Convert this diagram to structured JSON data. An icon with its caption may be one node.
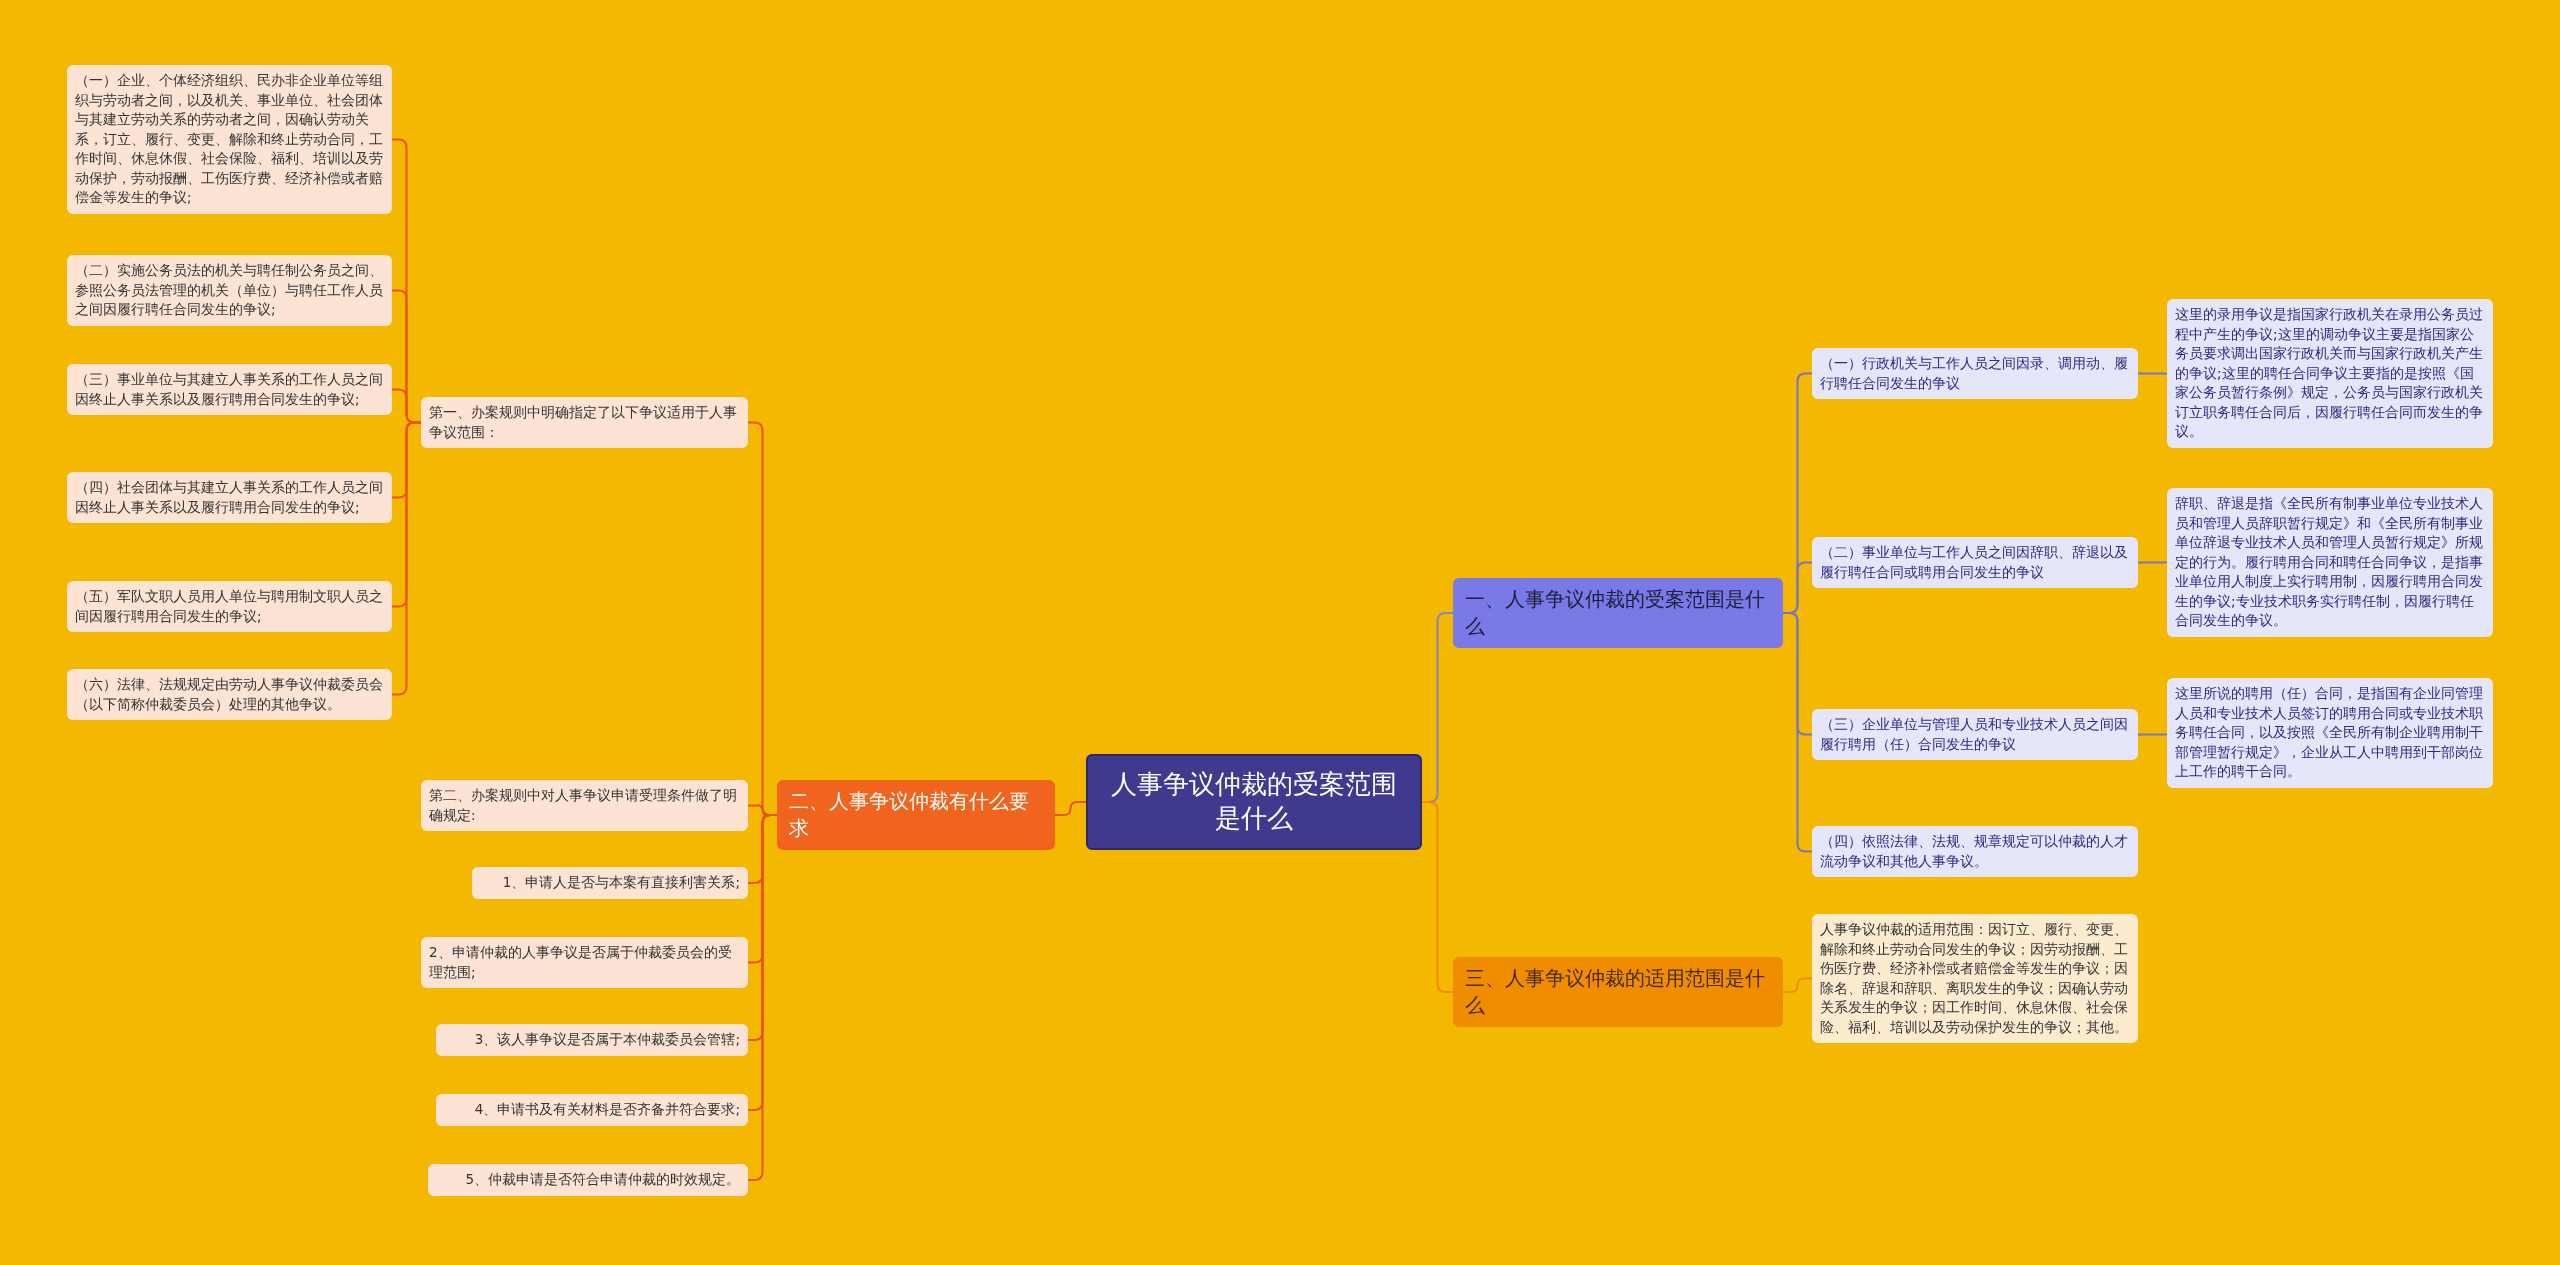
{
  "diagram": {
    "nodes": [
      {
        "text": [
          "人事争议仲裁的受案范围是什么"
        ]
      },
      {
        "text": [
          "一、人事争议仲裁的受案范围是什么"
        ]
      },
      {
        "text": [
          "（一）行政机关与工作人员之间因录、调用动、履行聘任合同发生的争议"
        ]
      },
      {
        "text": [
          "这里的录用争议是指国家行政机关在录用公务员过程中产生的争议;这里的调动争议主要是指国家公务员要求调出国家行政机关而与国家行政机关产生的争议;这里的聘任合同争议主要指的是按照《国家公务员暂行条例》规定，公务员与国家行政机关订立职务聘任合同后，因履行聘任合同而发生的争议。"
        ]
      },
      {
        "text": [
          "（二）事业单位与工作人员之间因辞职、辞退以及履行聘任合同或聘用合同发生的争议"
        ]
      },
      {
        "text": [
          "辞职、辞退是指《全民所有制事业单位专业技术人员和管理人员辞职暂行规定》和《全民所有制事业单位辞退专业技术人员和管理人员暂行规定》所规定的行为。履行聘用合同和聘任合同争议，是指事业单位用人制度上实行聘用制，因履行聘用合同发生的争议;专业技术职务实行聘任制，因履行聘任合同发生的争议。"
        ]
      },
      {
        "text": [
          "（三）企业单位与管理人员和专业技术人员之间因履行聘用（任）合同发生的争议"
        ]
      },
      {
        "text": [
          "这里所说的聘用（任）合同，是指国有企业同管理人员和专业技术人员签订的聘用合同或专业技术职务聘任合同，以及按照《全民所有制企业聘用制干部管理暂行规定》，企业从工人中聘用到干部岗位上工作的聘干合同。"
        ]
      },
      {
        "text": [
          "（四）依照法律、法规、规章规定可以仲裁的人才流动争议和其他人事争议。"
        ]
      },
      {
        "text": [
          "二、人事争议仲裁有什么要求"
        ]
      },
      {
        "text": [
          "第一、办案规则中明确指定了以下争议适用于人事争议范围："
        ]
      },
      {
        "text": [
          "（一）企业、个体经济组织、民办非企业单位等组织与劳动者之间，以及机关、事业单位、社会团体与其建立劳动关系的劳动者之间，因确认劳动关系，订立、履行、变更、解除和终止劳动合同，工作时间、休息休假、社会保险、福利、培训以及劳动保护，劳动报酬、工伤医疗费、经济补偿或者赔偿金等发生的争议;"
        ]
      },
      {
        "text": [
          "（二）实施公务员法的机关与聘任制公务员之间、参照公务员法管理的机关（单位）与聘任工作人员之间因履行聘任合同发生的争议;"
        ]
      },
      {
        "text": [
          "（三）事业单位与其建立人事关系的工作人员之间因终止人事关系以及履行聘用合同发生的争议;"
        ]
      },
      {
        "text": [
          "（四）社会团体与其建立人事关系的工作人员之间因终止人事关系以及履行聘用合同发生的争议;"
        ]
      },
      {
        "text": [
          "（五）军队文职人员用人单位与聘用制文职人员之间因履行聘用合同发生的争议;"
        ]
      },
      {
        "text": [
          "（六）法律、法规规定由劳动人事争议仲裁委员会（以下简称仲裁委员会）处理的其他争议。"
        ]
      },
      {
        "text": [
          "第二、办案规则中对人事争议申请受理条件做了明确规定:"
        ]
      },
      {
        "text": [
          "1、申请人是否与本案有直接利害关系;"
        ]
      },
      {
        "text": [
          "2、申请仲裁的人事争议是否属于仲裁委员会的受理范围;"
        ]
      },
      {
        "text": [
          "3、该人事争议是否属于本仲裁委员会管辖;"
        ]
      },
      {
        "text": [
          "4、申请书及有关材料是否齐备并符合要求;"
        ]
      },
      {
        "text": [
          "5、仲裁申请是否符合申请仲裁的时效规定。"
        ]
      },
      {
        "text": [
          "三、人事争议仲裁的适用范围是什么"
        ]
      },
      {
        "text": [
          "人事争议仲裁的适用范围：因订立、履行、变更、解除和终止劳动合同发生的争议；因劳动报酬、工伤医疗费、经济补偿或者赔偿金等发生的争议；因除名、辞退和辞职、离职发生的争议；因确认劳动关系发生的争议；因工作时间、休息休假、社会保险、福利、培训以及劳动保护发生的争议；其他。"
        ]
      }
    ],
    "edges": [
      {
        "from": 0,
        "to": 1,
        "arrow": "none",
        "color": "#8a86b8"
      },
      {
        "from": 1,
        "to": 2,
        "arrow": "none",
        "color": "#7676c0"
      },
      {
        "from": 2,
        "to": 3,
        "arrow": "none",
        "color": "#7676c0"
      },
      {
        "from": 1,
        "to": 4,
        "arrow": "none",
        "color": "#7676c0"
      },
      {
        "from": 4,
        "to": 5,
        "arrow": "none",
        "color": "#7676c0"
      },
      {
        "from": 1,
        "to": 6,
        "arrow": "none",
        "color": "#7676c0"
      },
      {
        "from": 6,
        "to": 7,
        "arrow": "none",
        "color": "#7676c0"
      },
      {
        "from": 1,
        "to": 8,
        "arrow": "none",
        "color": "#7676c0"
      },
      {
        "from": 0,
        "to": 9,
        "arrow": "none"
      },
      {
        "from": 9,
        "to": 10,
        "arrow": "none"
      },
      {
        "from": 10,
        "to": 11,
        "arrow": "none"
      },
      {
        "from": 10,
        "to": 12,
        "arrow": "none"
      },
      {
        "from": 10,
        "to": 13,
        "arrow": "none"
      },
      {
        "from": 10,
        "to": 14,
        "arrow": "none"
      },
      {
        "from": 10,
        "to": 15,
        "arrow": "none"
      },
      {
        "from": 10,
        "to": 16,
        "arrow": "none"
      },
      {
        "from": 9,
        "to": 17,
        "arrow": "none"
      },
      {
        "from": 9,
        "to": 18,
        "arrow": "none"
      },
      {
        "from": 9,
        "to": 19,
        "arrow": "none"
      },
      {
        "from": 9,
        "to": 20,
        "arrow": "none"
      },
      {
        "from": 9,
        "to": 21,
        "arrow": "none"
      },
      {
        "from": 9,
        "to": 22,
        "arrow": "none"
      },
      {
        "from": 0,
        "to": 23,
        "arrow": "none",
        "color": "#f08c00"
      },
      {
        "from": 23,
        "to": 24,
        "arrow": "none",
        "color": "#f08c00"
      }
    ]
  }
}
